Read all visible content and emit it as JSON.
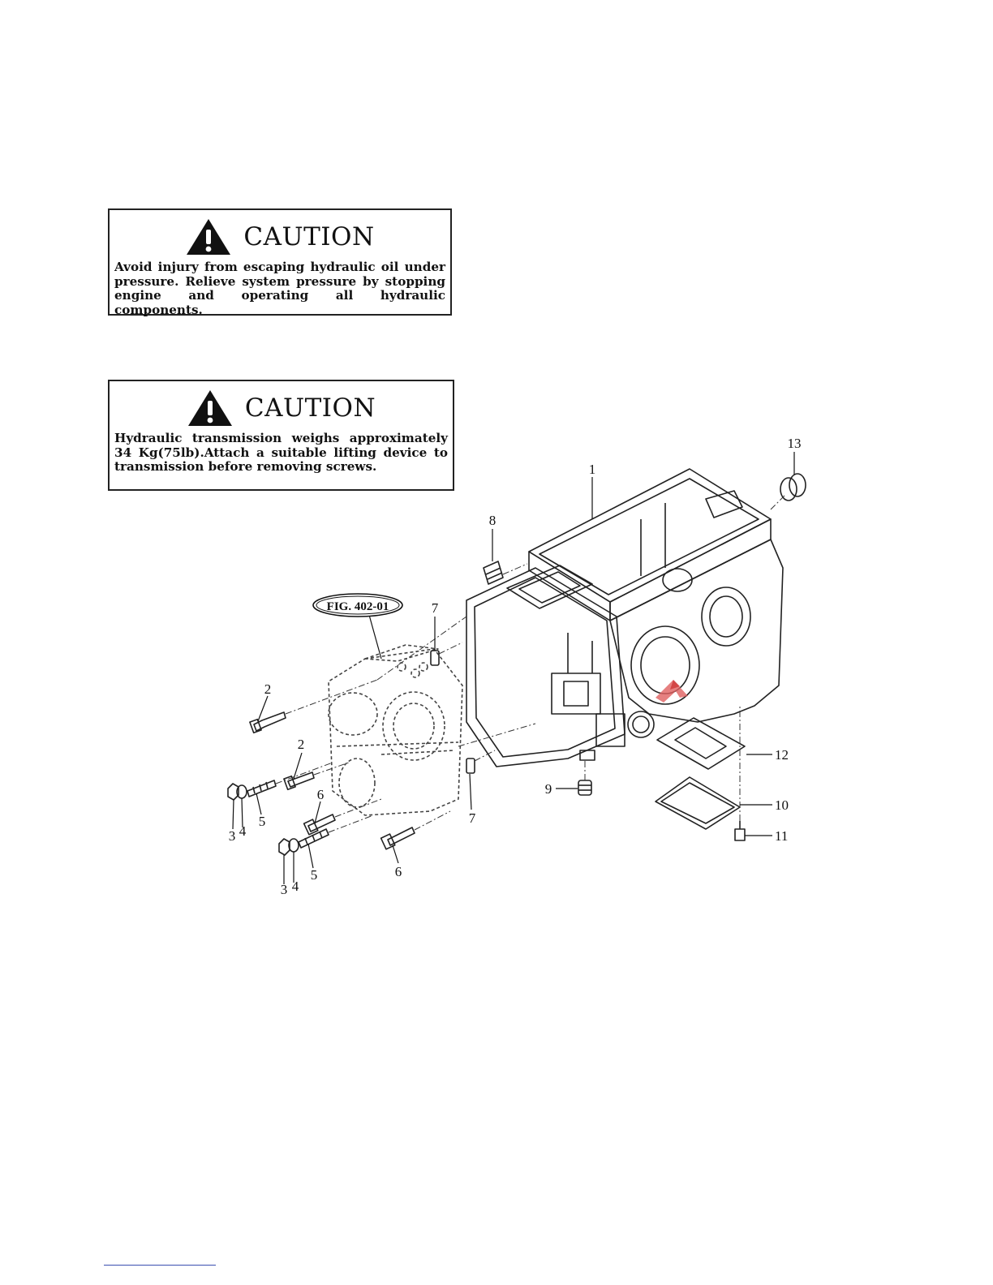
{
  "cautions": [
    {
      "heading": "CAUTION",
      "text": "Avoid injury from escaping hydraulic oil under pressure. Relieve system pressure by stopping engine and operating all hydraulic components."
    },
    {
      "heading": "CAUTION",
      "text": "Hydraulic transmission weighs approximately 34 Kg(75lb).Attach a suitable lifting device to transmission before removing screws."
    }
  ],
  "diagram": {
    "figure_ref": "FIG. 402-01",
    "callouts": [
      "1",
      "2",
      "2",
      "3",
      "4",
      "5",
      "6",
      "3",
      "4",
      "5",
      "6",
      "7",
      "7",
      "8",
      "9",
      "10",
      "11",
      "12",
      "13"
    ]
  },
  "icons": [
    "warning-triangle-icon"
  ]
}
